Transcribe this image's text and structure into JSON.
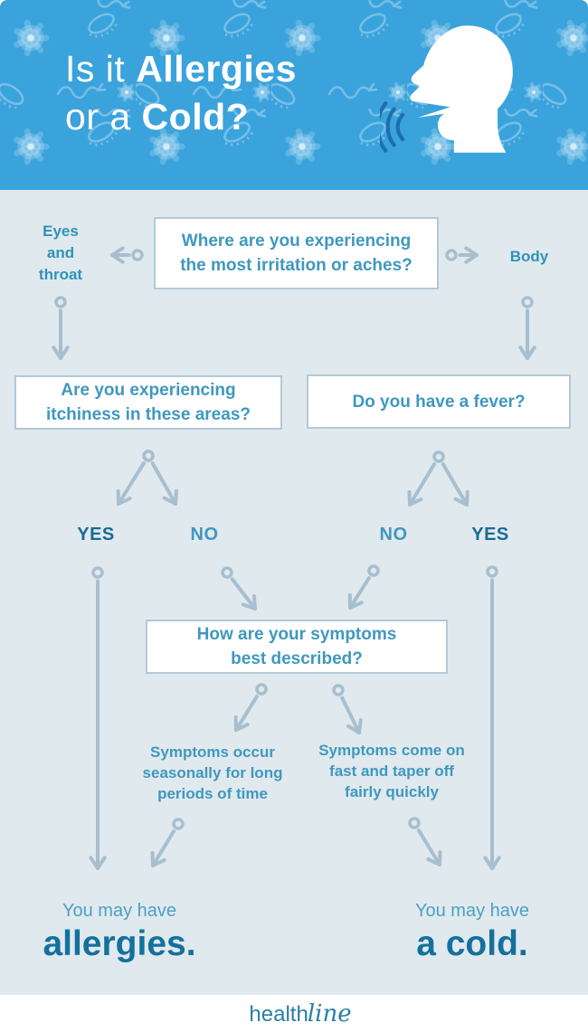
{
  "header": {
    "line1": {
      "regular": "Is it ",
      "bold": "Allergies"
    },
    "line2": {
      "regular": "or a ",
      "bold": "Cold?"
    }
  },
  "flow": {
    "q1": "Where are you experiencing the most irritation or aches?",
    "left_target": "Eyes and throat",
    "right_target": "Body",
    "q2_left": "Are you experiencing itchiness in these areas?",
    "q2_right": "Do you have a fever?",
    "answers": [
      {
        "label": "YES"
      },
      {
        "label": "NO"
      },
      {
        "label": "NO"
      },
      {
        "label": "YES"
      }
    ],
    "q3": "How are your symptoms best described?",
    "desc_left": "Symptoms occur seasonally for long periods of time",
    "desc_right": "Symptoms come on fast and taper off fairly quickly",
    "result_left": {
      "prefix": "You may have",
      "diagnosis": "allergies."
    },
    "result_right": {
      "prefix": "You may have",
      "diagnosis": "a cold."
    }
  },
  "footer": {
    "brand_regular": "health",
    "brand_script": "line"
  },
  "colors": {
    "header_bg": "#3BA3DC",
    "body_bg": "#E0E9EE",
    "question_text": "#3F98BE",
    "yes_text": "#1A6B90",
    "no_text": "#3F98BE",
    "arrow": "#A7BFCE",
    "box_border": "#B3C9D6",
    "result_prefix_text": "#4BA0C5",
    "result_text": "#14719C",
    "soundwave": "#1E6FAD",
    "brand_text": "#2B7EA4"
  }
}
